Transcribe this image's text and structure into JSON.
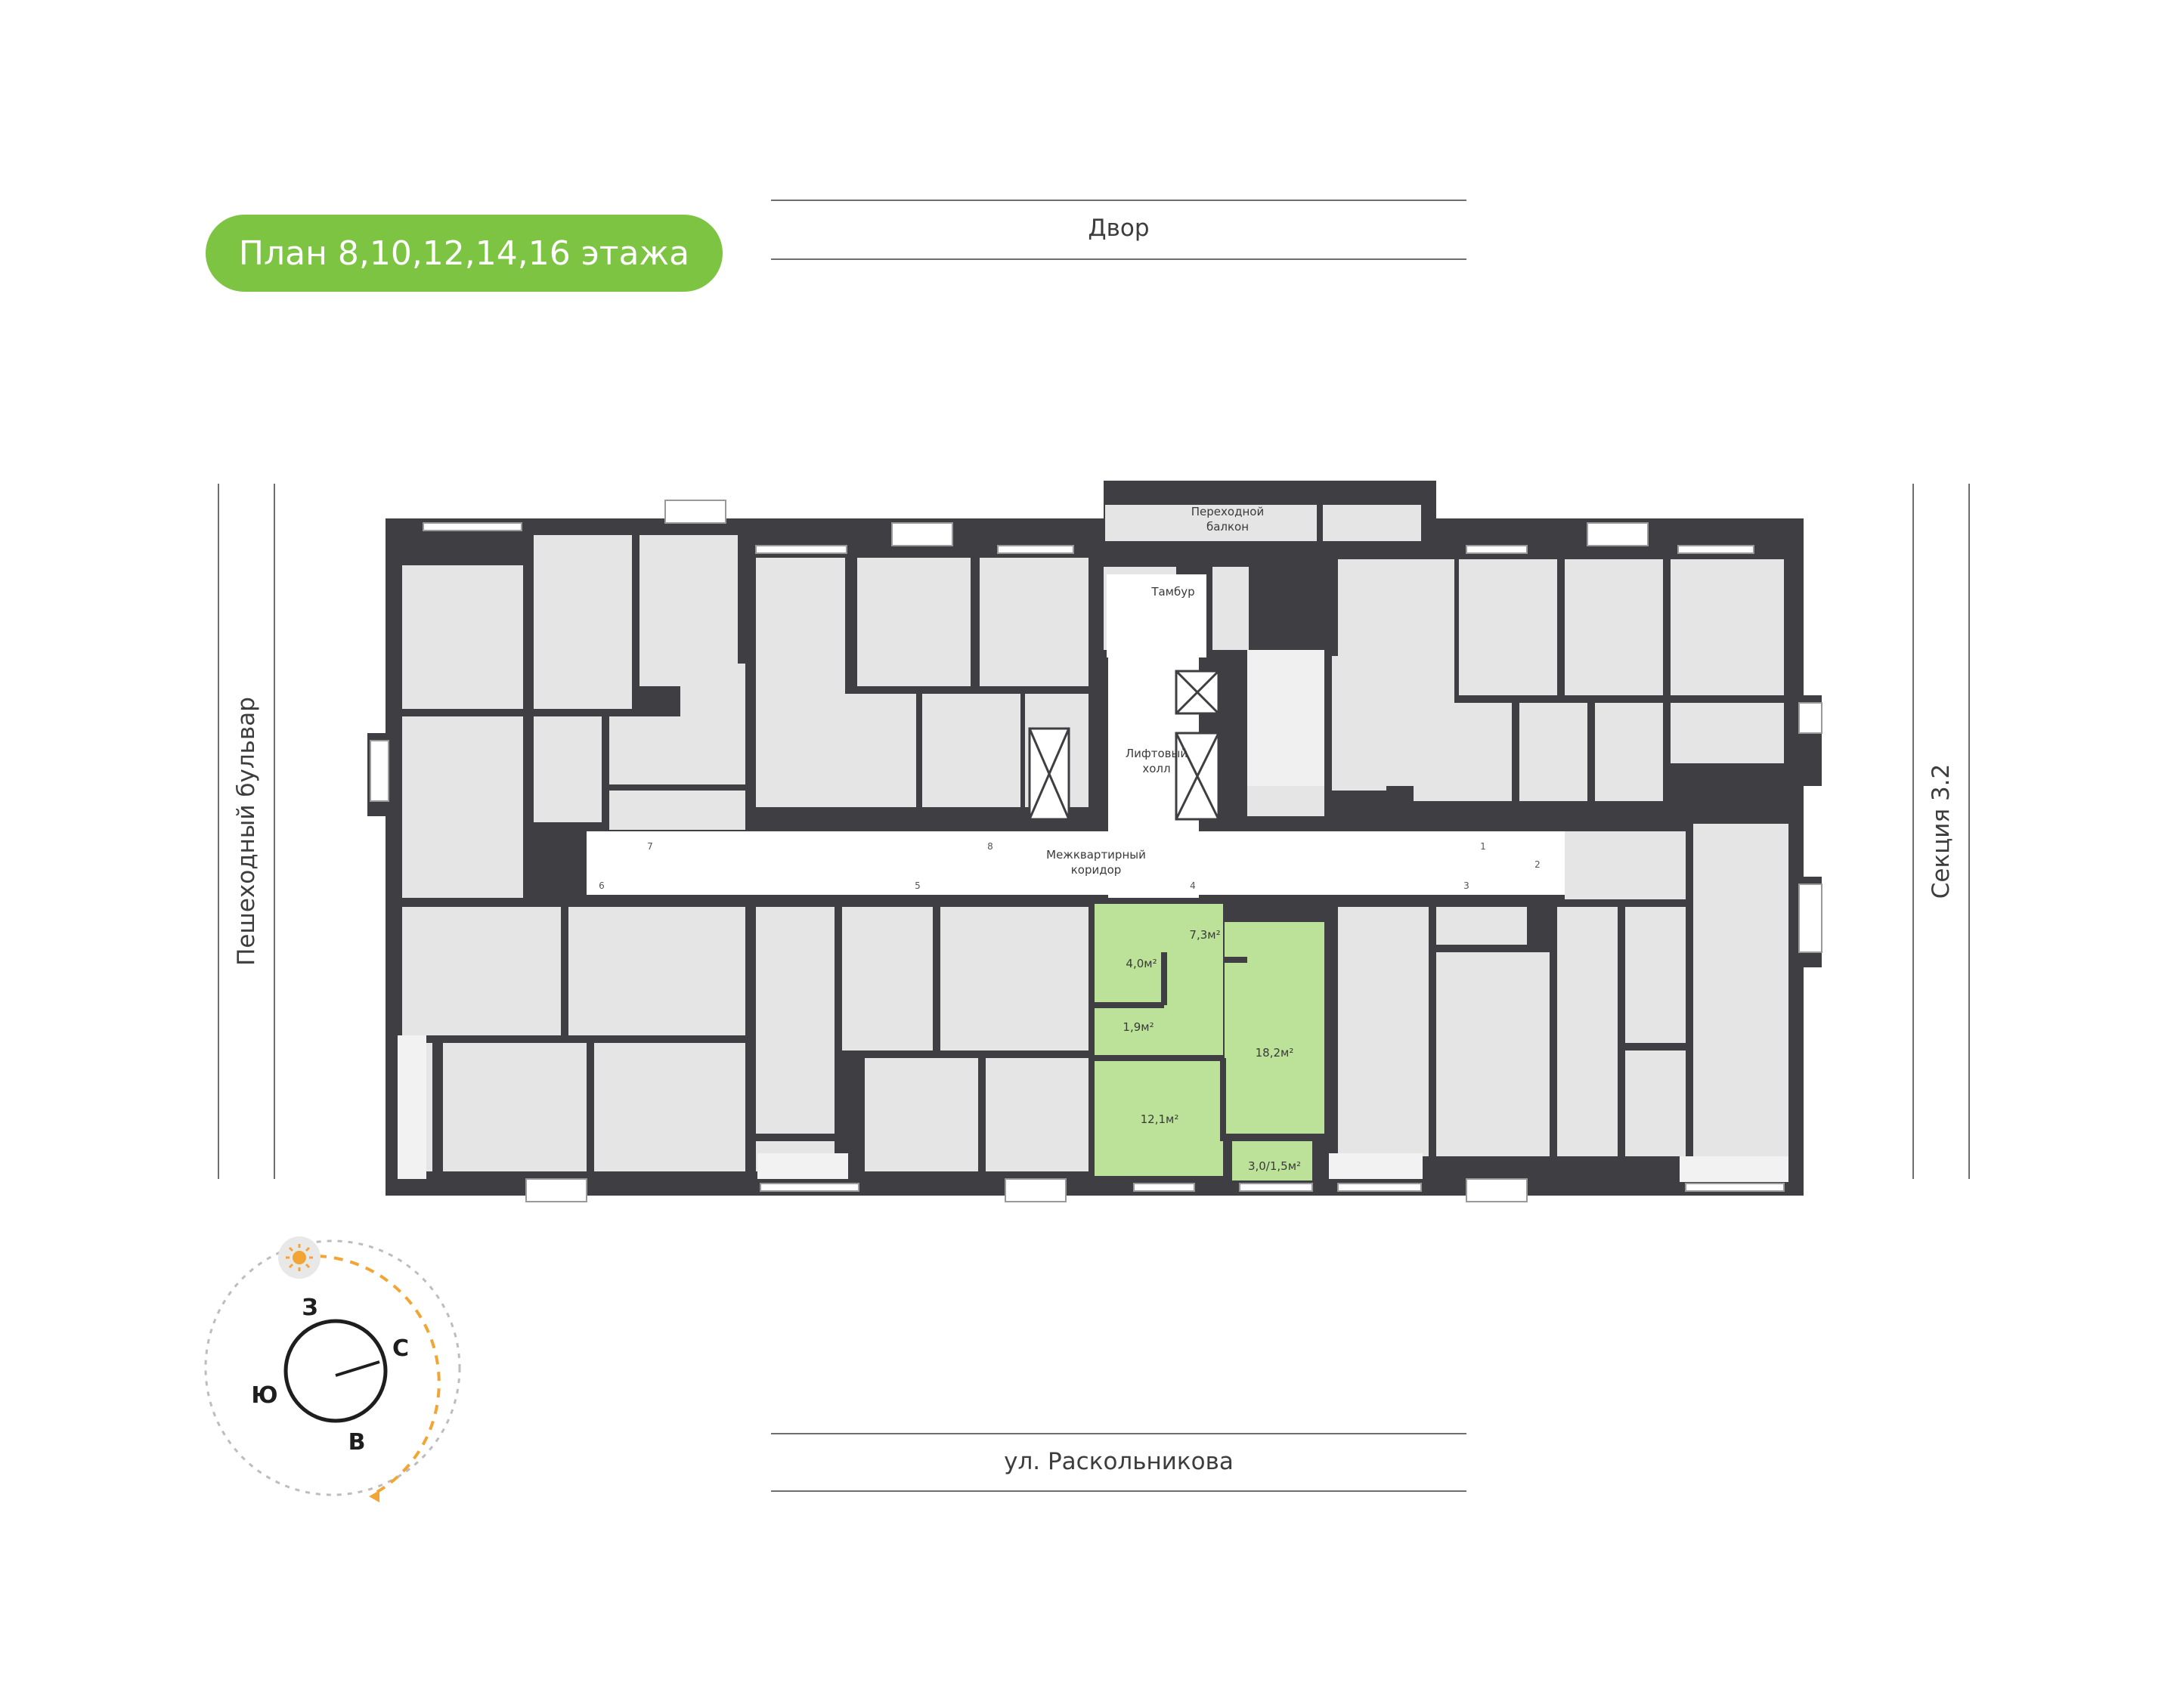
{
  "title": "План 8,10,12,14,16 этажа",
  "colors": {
    "accent": "#7cc442",
    "wall": "#3f3f43",
    "room": "#e5e5e5",
    "highlight": "#bce29a",
    "sun": "#f2a535"
  },
  "streets": {
    "top": "Двор",
    "bottom": "ул. Раскольникова",
    "left": "Пешеходный бульвар",
    "right": "Секция 3.2"
  },
  "labels": {
    "balcony_l1": "Переходной",
    "balcony_l2": "балкон",
    "tambur": "Тамбур",
    "hall_l1": "Лифтовый",
    "hall_l2": "холл",
    "corridor_l1": "Межквартирный",
    "corridor_l2": "коридор"
  },
  "highlighted_apartment": {
    "areas": [
      "7,3м²",
      "4,0м²",
      "1,9м²",
      "18,2м²",
      "12,1м²",
      "3,0/1,5м²"
    ]
  },
  "apartment_numbers": [
    "1",
    "2",
    "3",
    "4",
    "5",
    "6",
    "7",
    "8"
  ],
  "compass": {
    "north": "С",
    "south": "Ю",
    "east": "В",
    "west": "З",
    "sun_icon": "sun-icon"
  }
}
